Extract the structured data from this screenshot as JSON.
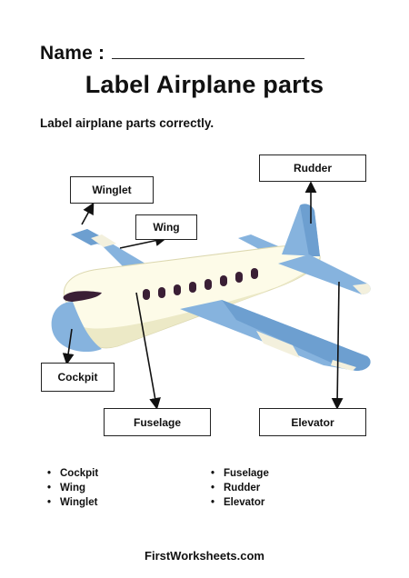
{
  "header": {
    "name_label": "Name :",
    "title": "Label Airplane parts",
    "instruction": "Label airplane parts correctly."
  },
  "labels": {
    "rudder": "Rudder",
    "winglet": "Winglet",
    "wing": "Wing",
    "cockpit": "Cockpit",
    "fuselage": "Fuselage",
    "elevator": "Elevator"
  },
  "word_bank": {
    "left": [
      "Cockpit",
      "Wing",
      "Winglet"
    ],
    "right": [
      "Fuselage",
      "Rudder",
      "Elevator"
    ]
  },
  "footer": "FirstWorksheets.com",
  "colors": {
    "wing_blue": "#86b3de",
    "wing_blue_dark": "#5d8fc4",
    "body_cream": "#fdfbe8",
    "body_shade": "#ece9c6",
    "window_dark": "#3a1f35"
  }
}
